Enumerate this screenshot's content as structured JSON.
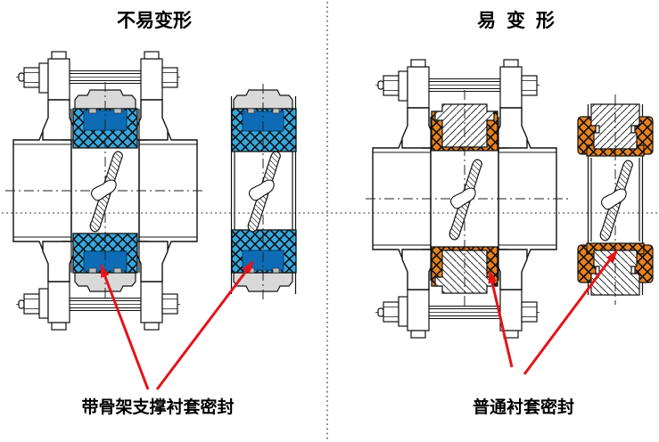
{
  "figure": {
    "left_panel": {
      "title": "不易变形",
      "caption": "带骨架支撑衬套密封"
    },
    "right_panel": {
      "title": "易 变 形",
      "caption": "普通衬套密封"
    }
  },
  "colors": {
    "reinforced_seal_rubber": "#35a8e0",
    "reinforced_seal_core": "#0d6cb5",
    "plain_seal_rubber": "#e8821e",
    "metal_grey": "#d9d9d9",
    "arrow_red": "#e51317",
    "outline": "#111111"
  }
}
